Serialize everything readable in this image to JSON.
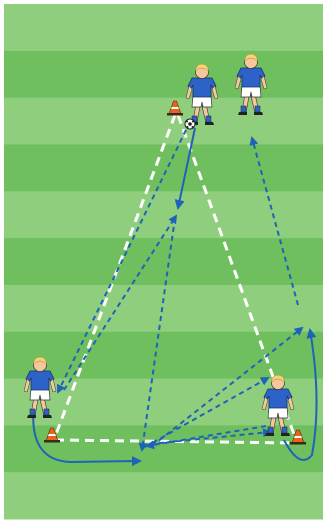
{
  "pitch": {
    "stripe_light": "#8fce7c",
    "stripe_dark": "#6fbf5f",
    "border": "#ffffff",
    "stripe_count": 11
  },
  "colors": {
    "pass_line": "#1e63b8",
    "run_line": "#1e63b8",
    "cone_line": "#ffffff",
    "cone_orange": "#e8641c",
    "kit_shirt": "#2d62c9",
    "kit_shorts": "#ffffff",
    "skin": "#f6c79d",
    "hair": "#f3d27a"
  },
  "icons": [
    "player-icon",
    "cone-icon",
    "ball-icon"
  ],
  "players": [
    {
      "id": "top-player-dribbling"
    },
    {
      "id": "top-player-waiting"
    },
    {
      "id": "left-player"
    },
    {
      "id": "right-player"
    }
  ],
  "cones": [
    {
      "id": "top-cone"
    },
    {
      "id": "left-cone"
    },
    {
      "id": "right-cone"
    }
  ]
}
